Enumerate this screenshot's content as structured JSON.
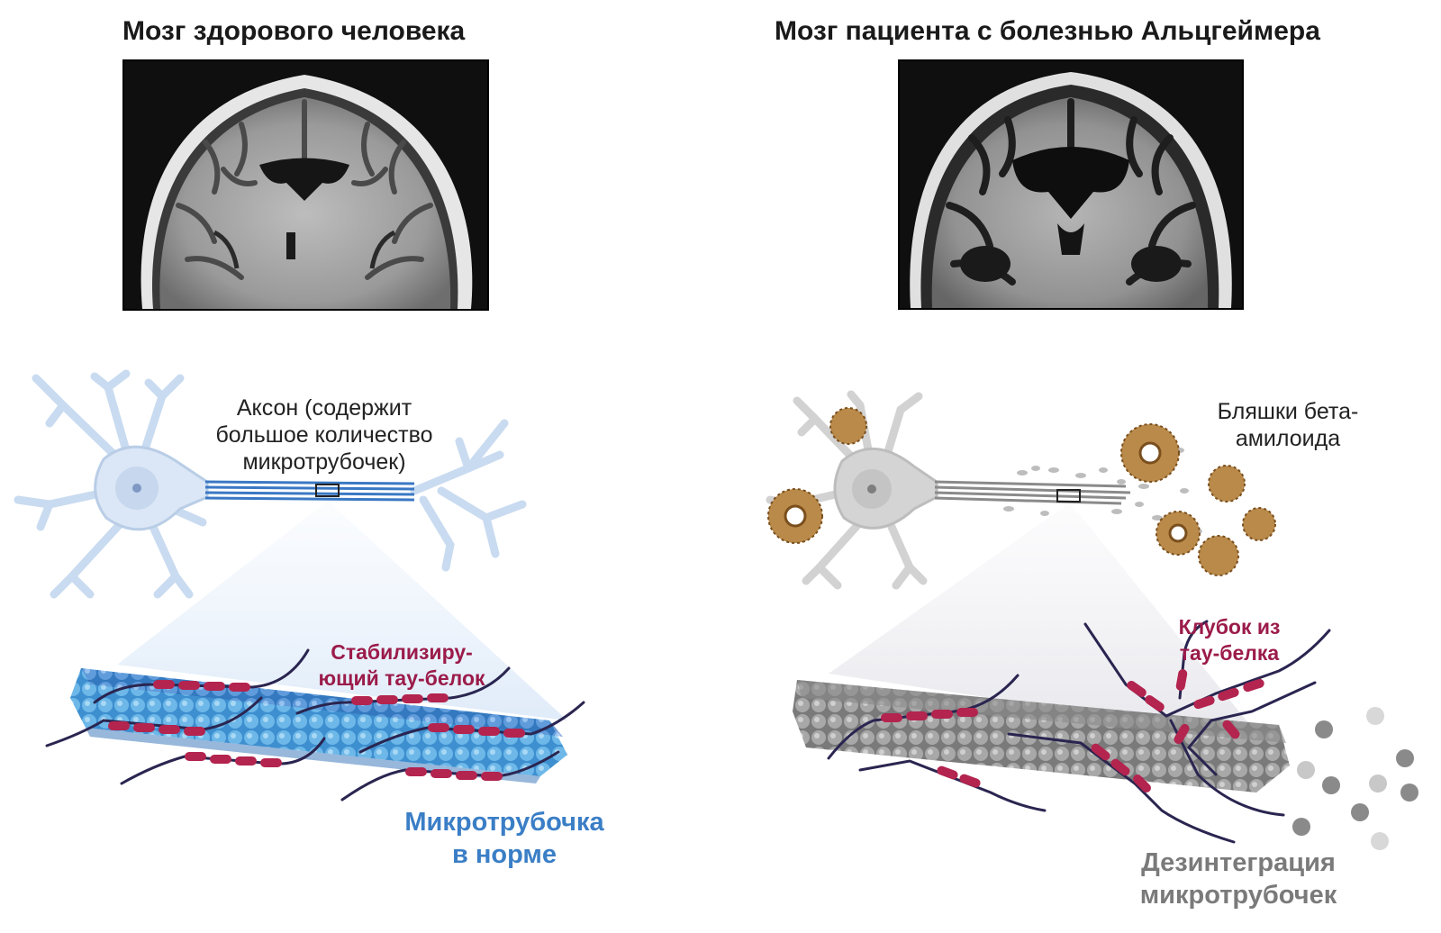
{
  "titles": {
    "healthy": "Мозг здорового человека",
    "alzheimer": "Мозг пациента с болезнью Альцгеймера"
  },
  "labels": {
    "axon": [
      "Аксон (содержит",
      "большое количество",
      "микротрубочек)"
    ],
    "plaques": [
      "Бляшки бета-",
      "амилоида"
    ],
    "stabilizing_tau": [
      "Стабилизиру-",
      "ющий тау-белок"
    ],
    "tau_tangle": [
      "Клубок из",
      "тау-белка"
    ],
    "normal_microtubule": [
      "Микротрубочка",
      "в норме"
    ],
    "microtubule_disintegration": [
      "Дезинтеграция",
      "микротрубочек"
    ]
  },
  "colors": {
    "healthy_neuron": "#dbe7f6",
    "healthy_axon": "#3a78c4",
    "microtubule_blue": "#5aa6dc",
    "disease_neuron": "#cfcfcf",
    "microtubule_gray": "#9a9a9a",
    "tau_protein": "#b3244f",
    "tau_strand": "#2a2550",
    "plaque": "#9a6a2e",
    "normal_label": "#3a7ec6",
    "disintegration_label": "#7a7a7a"
  }
}
